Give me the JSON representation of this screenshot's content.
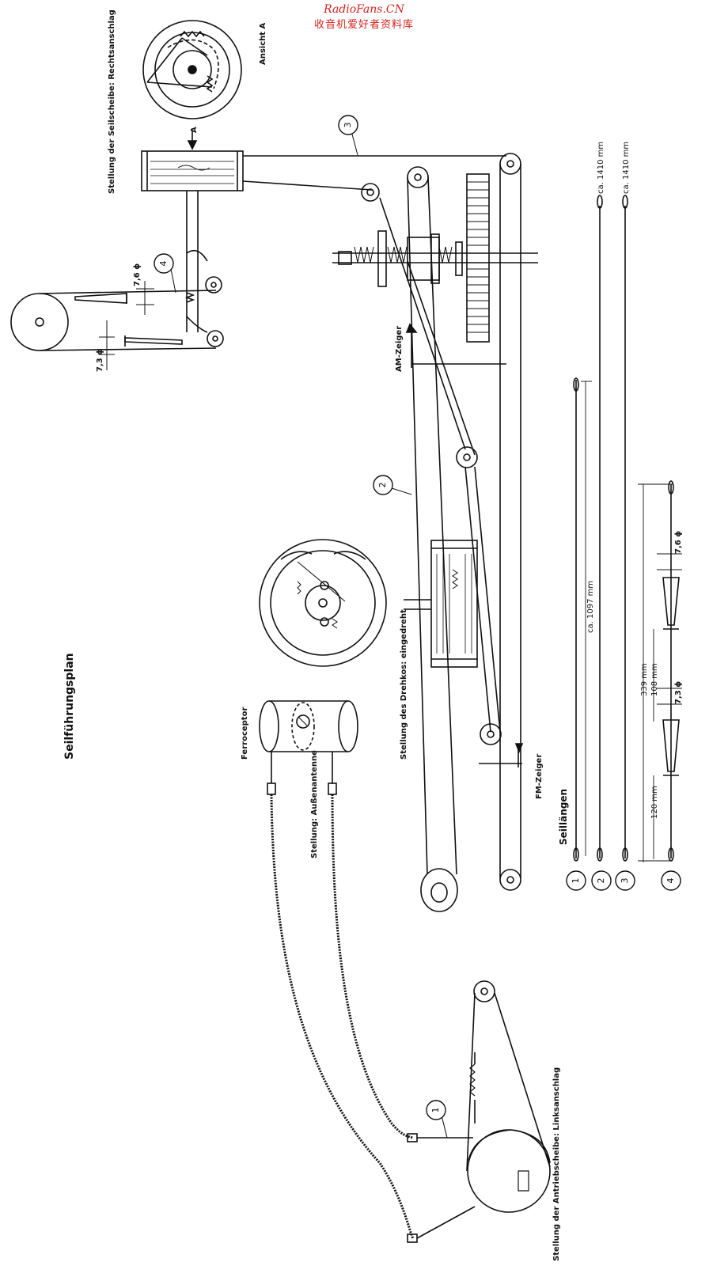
{
  "watermark": {
    "line1": "RadioFans.CN",
    "line2": "收音机爱好者资料库",
    "color": "#d2231e"
  },
  "title": "Seilführungsplan",
  "labels": {
    "pulley_position": "Stellung der Seilscheibe: Rechtsanschlag",
    "view_a": "Ansicht A",
    "view_a_arrow": "A",
    "am_pointer": "AM-Zeiger",
    "fm_pointer": "FM-Zeiger",
    "gang_position": "Stellung des Drehkos: eingedreht",
    "ferroceptor": "Ferroceptor",
    "antenna_position": "Stellung: Außenantenne",
    "drive_position": "Stellung der Antriebscheibe: Linksanschlag",
    "cable_lengths": "Seillängen"
  },
  "cable_numbers": [
    "1",
    "2",
    "3",
    "4"
  ],
  "dimensions": {
    "d76": "7,6 ϕ",
    "d73": "7,3 ϕ",
    "len_1410_a": "ca. 1410 mm",
    "len_1410_b": "ca. 1410 mm",
    "len_1097": "ca. 1097 mm",
    "len_339": "339 mm",
    "len_108": "108 mm",
    "len_120": "120 mm"
  }
}
